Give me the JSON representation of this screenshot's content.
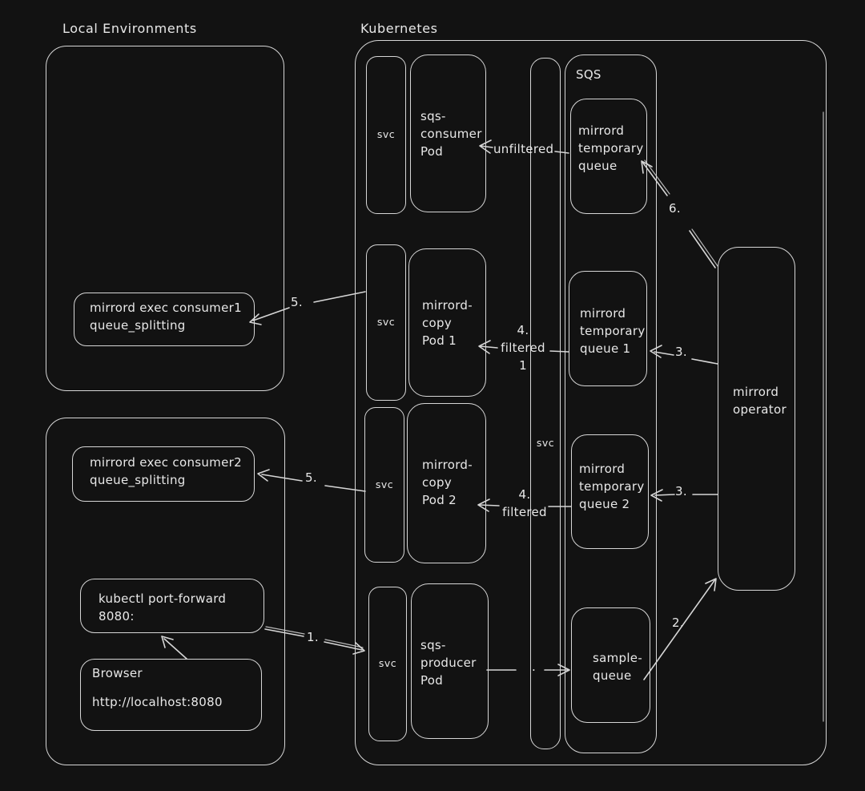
{
  "colors": {
    "background": "#121212",
    "stroke": "#d6d6d6",
    "text": "#e8e8e8"
  },
  "titles": {
    "local_environments": "Local Environments",
    "kubernetes": "Kubernetes"
  },
  "local": {
    "consumer1": "mirrord exec consumer1\nqueue_splitting",
    "consumer2": "mirrord exec consumer2\nqueue_splitting",
    "kubectl": "kubectl port-forward\n8080:",
    "browser_title": "Browser",
    "browser_url": "http://localhost:8080"
  },
  "kubernetes": {
    "svc1": "svc",
    "svc2": "svc",
    "svc3": "svc",
    "svc4": "svc",
    "svc_bar": "svc",
    "sqs_consumer_pod": "sqs-\nconsumer\nPod",
    "mirrord_copy_pod1": "mirrord-\ncopy\nPod 1",
    "mirrord_copy_pod2": "mirrord-\ncopy\nPod 2",
    "sqs_producer_pod": "sqs-\nproducer\nPod",
    "sqs_title": "SQS",
    "queue_temp": "mirrord\ntemporary\nqueue",
    "queue_temp1": "mirrord\ntemporary\nqueue 1",
    "queue_temp2": "mirrord\ntemporary\nqueue 2",
    "sample_queue": "sample-\nqueue",
    "operator": "mirrord\noperator"
  },
  "edge_labels": {
    "unfiltered": "unfiltered",
    "filtered_1": "4.\nfiltered\n1",
    "filtered_2": "4.\nfiltered",
    "step_1": "1.",
    "step_2": "2.",
    "step_3a": "3.",
    "step_3b": "3.",
    "step_5a": "5.",
    "step_5b": "5.",
    "step_6": "6.",
    "producer_dot": "."
  }
}
